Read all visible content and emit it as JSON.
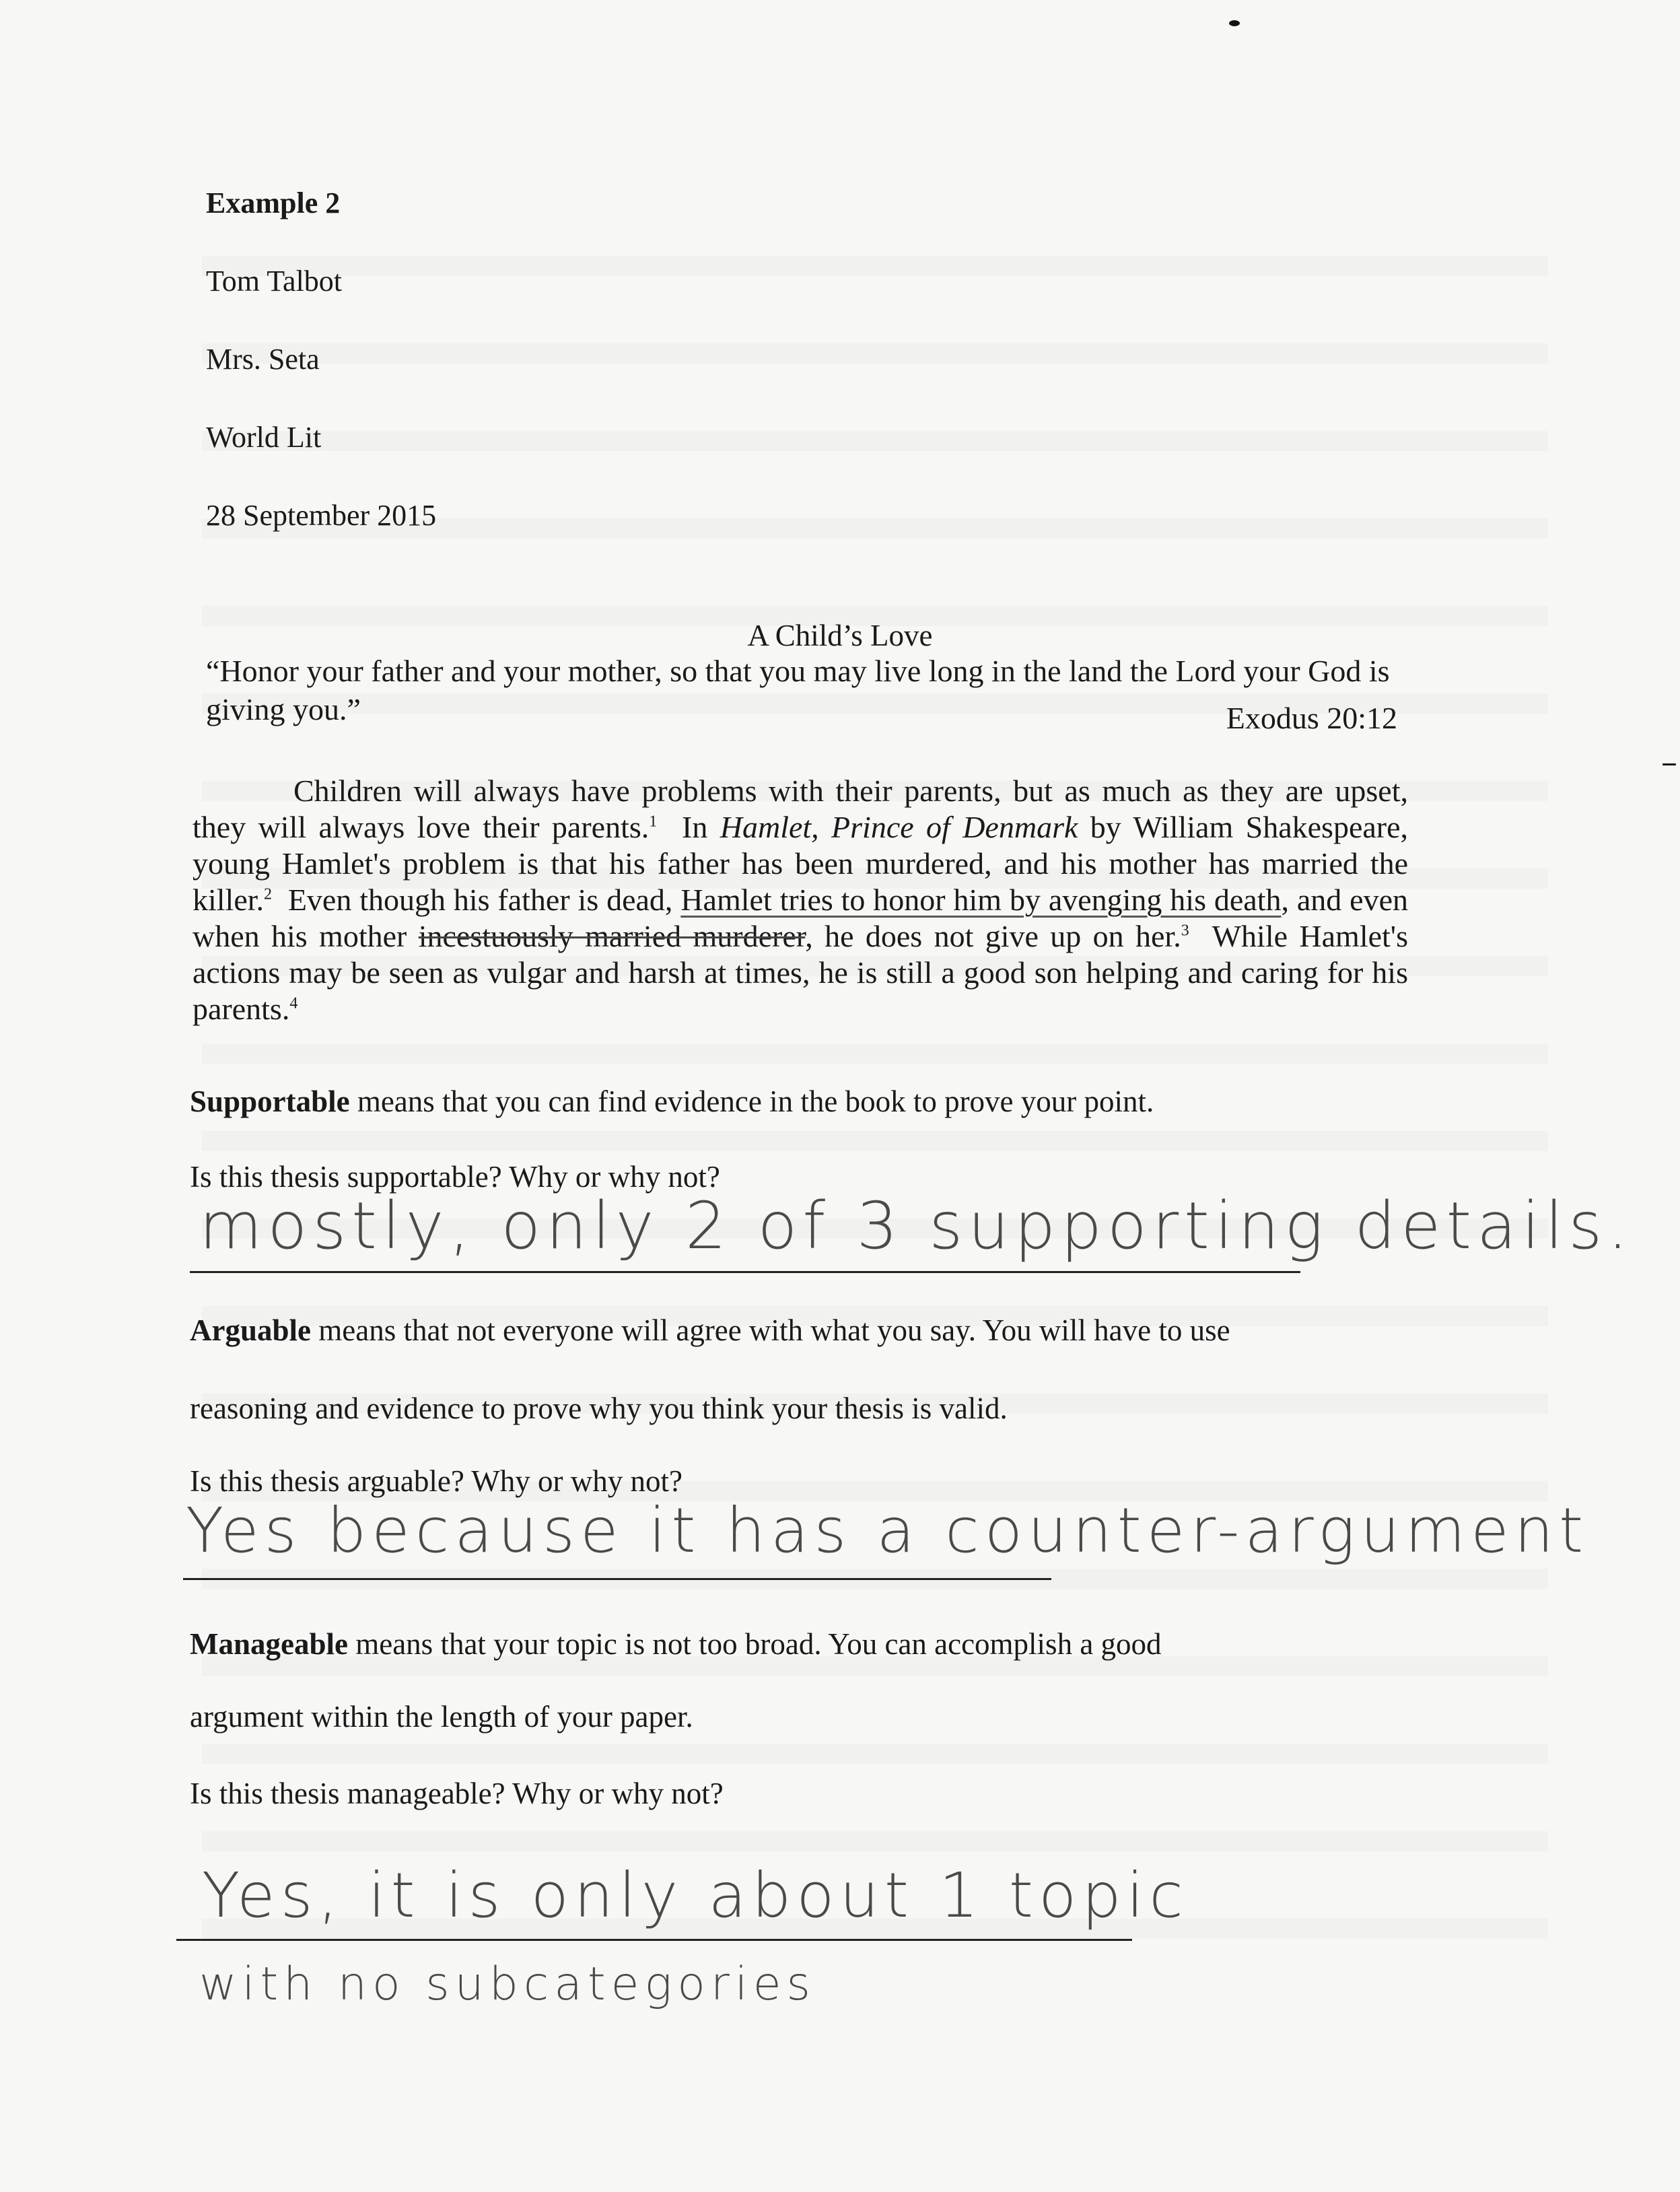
{
  "header": {
    "example_label": "Example 2",
    "student_name": "Tom Talbot",
    "teacher": "Mrs. Seta",
    "course": "World Lit",
    "date": "28 September 2015"
  },
  "essay": {
    "title": "A Child’s Love",
    "epigraph": "“Honor your father and your mother, so that you may live long in the land the Lord your God is giving you.”",
    "epigraph_source": "Exodus 20:12",
    "paragraph": {
      "s1": "Children will always have problems with their parents, but as much as they are upset, they will always love their parents.",
      "n1": "1",
      "s2a": "In ",
      "s2_title": "Hamlet, Prince of Denmark",
      "s2b": " by William Shakespeare, young Hamlet's problem is that his father has been murdered, and his mother has married the killer.",
      "n2": "2",
      "s3a": "Even though his father is dead, ",
      "s3_underlined": "Hamlet tries to honor him by avenging his death",
      "s3b": ", and even when his mother ",
      "s3_marked": "incestuously married murderer",
      "s3c": ", he does not give up on her.",
      "n3": "3",
      "s4": "While Hamlet's actions may be seen as vulgar and harsh at times, he is still a good son helping and caring for  his parents.",
      "n4": "4"
    }
  },
  "questions": {
    "supportable": {
      "term": "Supportable",
      "definition": " means that you can find evidence in the book to prove your point.",
      "prompt": "Is this thesis supportable? Why or why not?",
      "answer": "mostly, only 2 of 3 supporting details."
    },
    "arguable": {
      "term": "Arguable",
      "definition_1": " means that not everyone will agree with what you say. You will have to use",
      "definition_2": "reasoning and evidence to prove why you think your thesis is valid.",
      "prompt": "Is this thesis arguable? Why or why not?",
      "answer": "Yes because it has a counter-argument"
    },
    "manageable": {
      "term": "Manageable",
      "definition_1": " means that your topic is not too broad. You can accomplish a good",
      "definition_2": "argument within the length of your paper.",
      "prompt": "Is this thesis manageable?  Why or why not?",
      "answer_1": "Yes, it is only about 1 topic",
      "answer_2": "with no subcategories"
    }
  }
}
